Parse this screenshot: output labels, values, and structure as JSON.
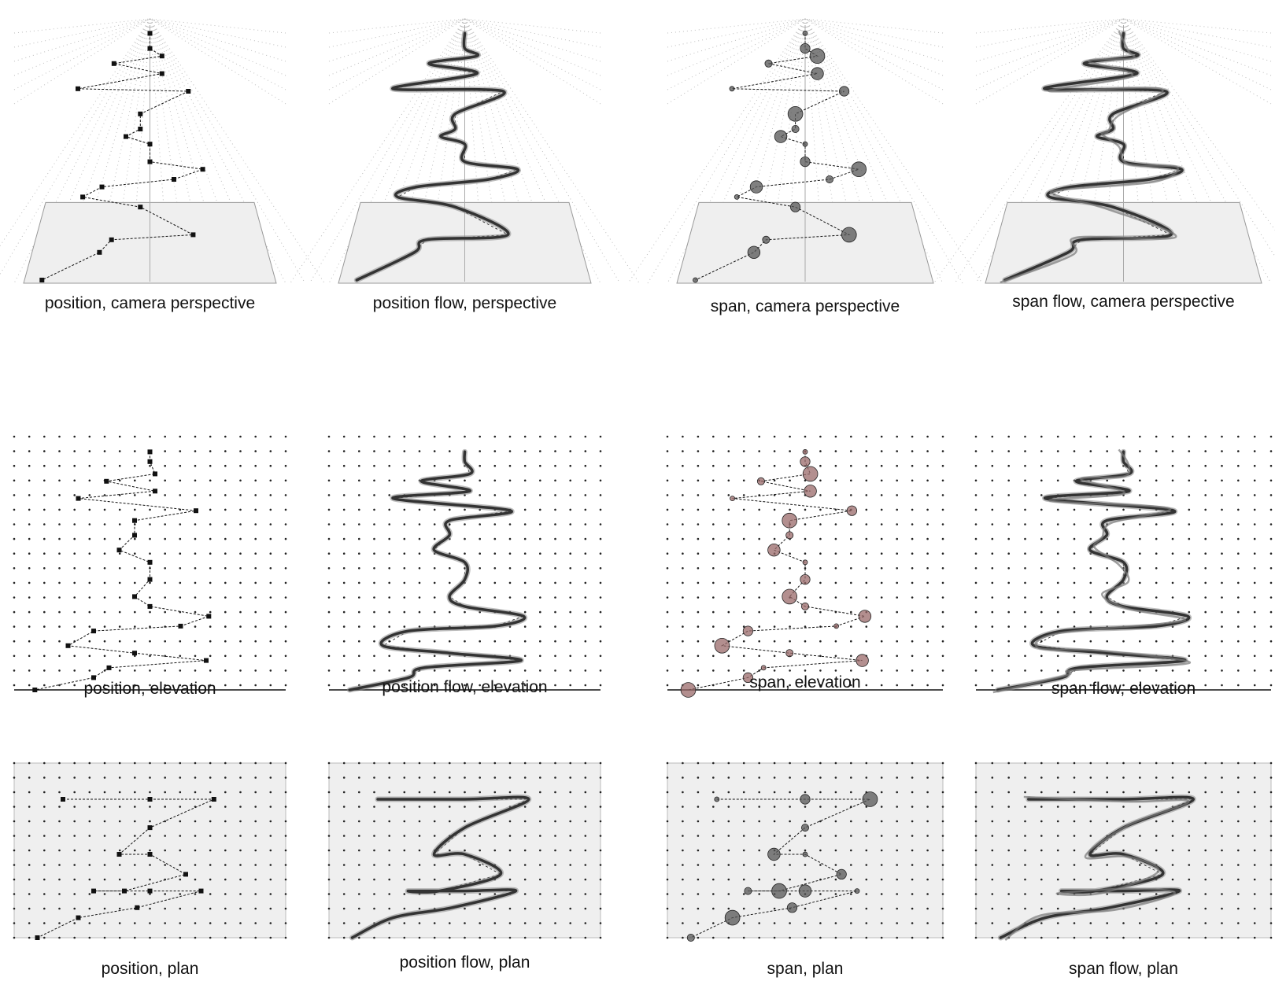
{
  "panels": [
    {
      "id": "persp-position",
      "view": "perspective",
      "mode": "position",
      "caption": "position, camera perspective"
    },
    {
      "id": "persp-position-flow",
      "view": "perspective",
      "mode": "position-flow",
      "caption": "position flow, perspective"
    },
    {
      "id": "persp-span",
      "view": "perspective",
      "mode": "span",
      "caption": "span, camera perspective"
    },
    {
      "id": "persp-span-flow",
      "view": "perspective",
      "mode": "span-flow",
      "caption": "span flow, camera perspective"
    },
    {
      "id": "elev-position",
      "view": "elevation",
      "mode": "position",
      "caption": "position, elevation"
    },
    {
      "id": "elev-position-flow",
      "view": "elevation",
      "mode": "position-flow",
      "caption": "position flow, elevation"
    },
    {
      "id": "elev-span",
      "view": "elevation",
      "mode": "span",
      "caption": "span, elevation"
    },
    {
      "id": "elev-span-flow",
      "view": "elevation",
      "mode": "span-flow",
      "caption": "span flow, elevation"
    },
    {
      "id": "plan-position",
      "view": "plan",
      "mode": "position",
      "caption": "position, plan"
    },
    {
      "id": "plan-position-flow",
      "view": "plan",
      "mode": "position-flow",
      "caption": "position flow, plan"
    },
    {
      "id": "plan-span",
      "view": "plan",
      "mode": "span",
      "caption": "span, plan"
    },
    {
      "id": "plan-span-flow",
      "view": "plan",
      "mode": "span-flow",
      "caption": "span flow, plan"
    }
  ],
  "colors": {
    "ink": "#111111",
    "grid_dot": "#222222",
    "floor_fill": "#efefef",
    "span_marker_elevation": "#9a6a6a",
    "span_marker": "#555555",
    "flow_stroke": "#333333"
  }
}
